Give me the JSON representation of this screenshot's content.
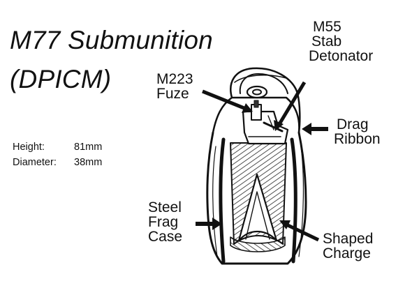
{
  "title": {
    "line1": "M77 Submunition",
    "line2": "(DPICM)"
  },
  "specs": [
    {
      "label": "Height:",
      "value": "81mm"
    },
    {
      "label": "Diameter:",
      "value": "38mm"
    }
  ],
  "callouts": {
    "fuze": [
      "M223",
      "Fuze"
    ],
    "detonator": [
      "M55",
      "Stab",
      "Detonator"
    ],
    "drag_ribbon": [
      "Drag",
      "Ribbon"
    ],
    "case": [
      "Steel",
      "Frag",
      "Case"
    ],
    "charge": [
      "Shaped",
      "Charge"
    ]
  }
}
